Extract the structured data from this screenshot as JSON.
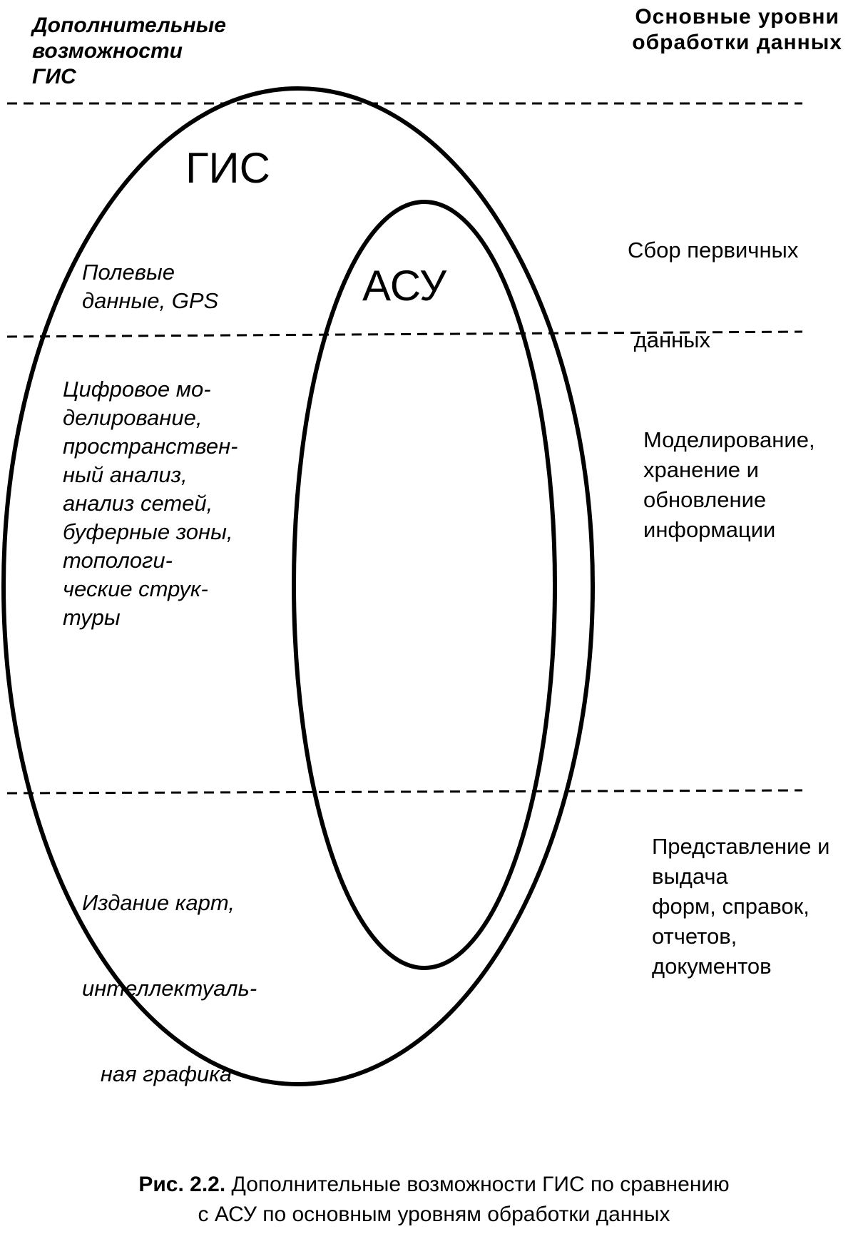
{
  "headers": {
    "left": [
      "Дополнительные",
      "возможности",
      "ГИС"
    ],
    "right": [
      "Основные уровни",
      "обработки данных"
    ]
  },
  "ellipses": {
    "outer_label": "ГИС",
    "inner_label": "АСУ"
  },
  "left_column": [
    {
      "lines": [
        "Полевые",
        "данные, GPS"
      ]
    },
    {
      "lines": [
        "Цифровое мо-",
        "делирование,",
        "пространствен-",
        "ный анализ,",
        "анализ сетей,",
        "буферные зоны,",
        "топологи-",
        "ческие струк-",
        "туры"
      ]
    },
    {
      "lines": [
        "Издание карт,",
        "интеллектуаль-",
        "   ная графика"
      ]
    }
  ],
  "levels": [
    {
      "lines": [
        "Сбор первичных",
        " данных"
      ]
    },
    {
      "lines": [
        "Моделирование,",
        "хранение и",
        "обновление",
        "информации"
      ]
    },
    {
      "lines": [
        "Представление и",
        "выдача",
        "форм, справок,",
        "отчетов,",
        "документов"
      ]
    }
  ],
  "caption": {
    "label": "Рис. 2.2.",
    "text_line1": " Дополнительные возможности ГИС по сравнению",
    "text_line2": "с АСУ по основным уровням обработки данных"
  }
}
